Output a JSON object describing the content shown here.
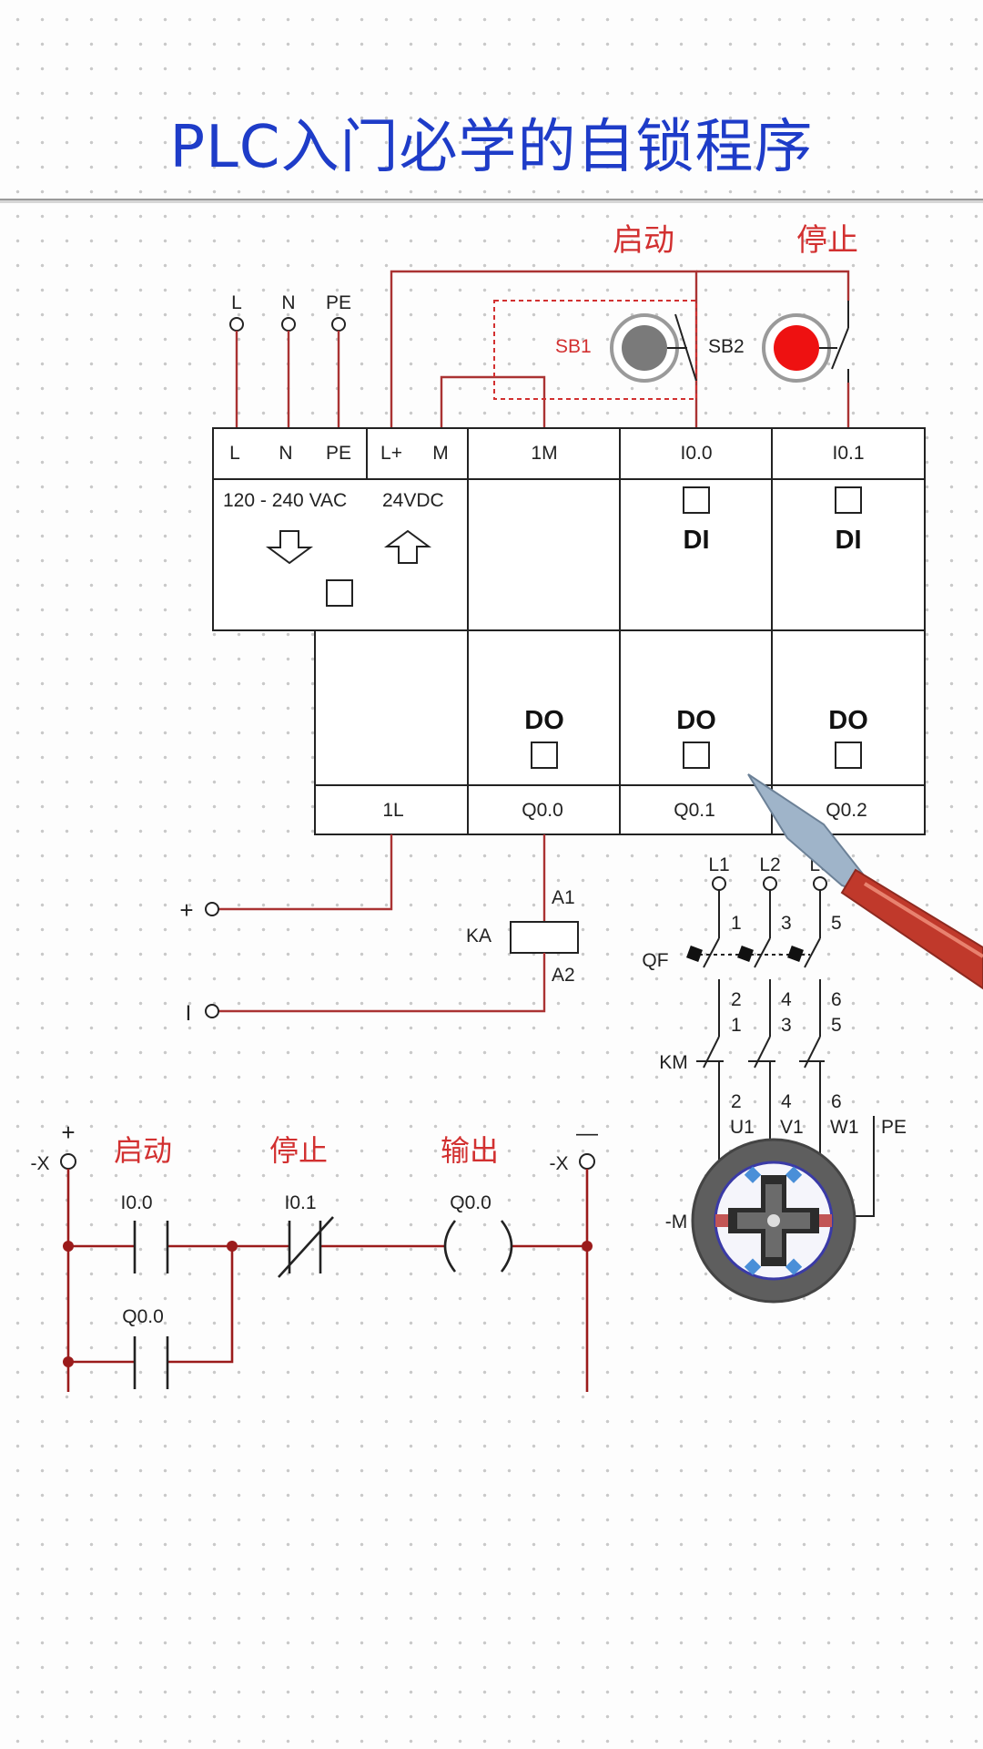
{
  "page_title": "PLC入门必学的自锁程序",
  "buttons": {
    "start_label": "启动",
    "stop_label": "停止",
    "sb1": "SB1",
    "sb2": "SB2"
  },
  "power_inputs": [
    "L",
    "N",
    "PE"
  ],
  "plc": {
    "top_terminals": [
      "L",
      "N",
      "PE",
      "L+",
      "M",
      "1M",
      "I0.0",
      "I0.1"
    ],
    "supply_ac": "120 - 240 VAC",
    "supply_dc": "24VDC",
    "di_label": "DI",
    "do_label": "DO",
    "bottom_terminals": [
      "1L",
      "Q0.0",
      "Q0.1",
      "Q0.2"
    ]
  },
  "coil_circuit": {
    "plus": "+",
    "minus": "I",
    "coil": "KA",
    "a1": "A1",
    "a2": "A2"
  },
  "motor_circuit": {
    "phases": [
      "L1",
      "L2",
      "L3"
    ],
    "breaker": "QF",
    "breaker_top": [
      "1",
      "3",
      "5"
    ],
    "breaker_bottom": [
      "2",
      "4",
      "6"
    ],
    "contactor": "KM",
    "contactor_top": [
      "1",
      "3",
      "5"
    ],
    "contactor_bottom": [
      "2",
      "4",
      "6"
    ],
    "motor_terminals": [
      "U1",
      "V1",
      "W1",
      "PE"
    ],
    "motor": "-M"
  },
  "ladder": {
    "left_rail": "-X",
    "right_rail": "-X",
    "plus": "+",
    "minus": "—",
    "start_label": "启动",
    "stop_label": "停止",
    "output_label": "输出",
    "contact_start": "I0.0",
    "contact_stop": "I0.1",
    "coil": "Q0.0",
    "seal_contact": "Q0.0"
  },
  "colors": {
    "title": "#1e3cc8",
    "label_red": "#d23030",
    "wire": "#aa3333",
    "stop_button": "#ee1111",
    "start_button": "#7a7a7a"
  }
}
